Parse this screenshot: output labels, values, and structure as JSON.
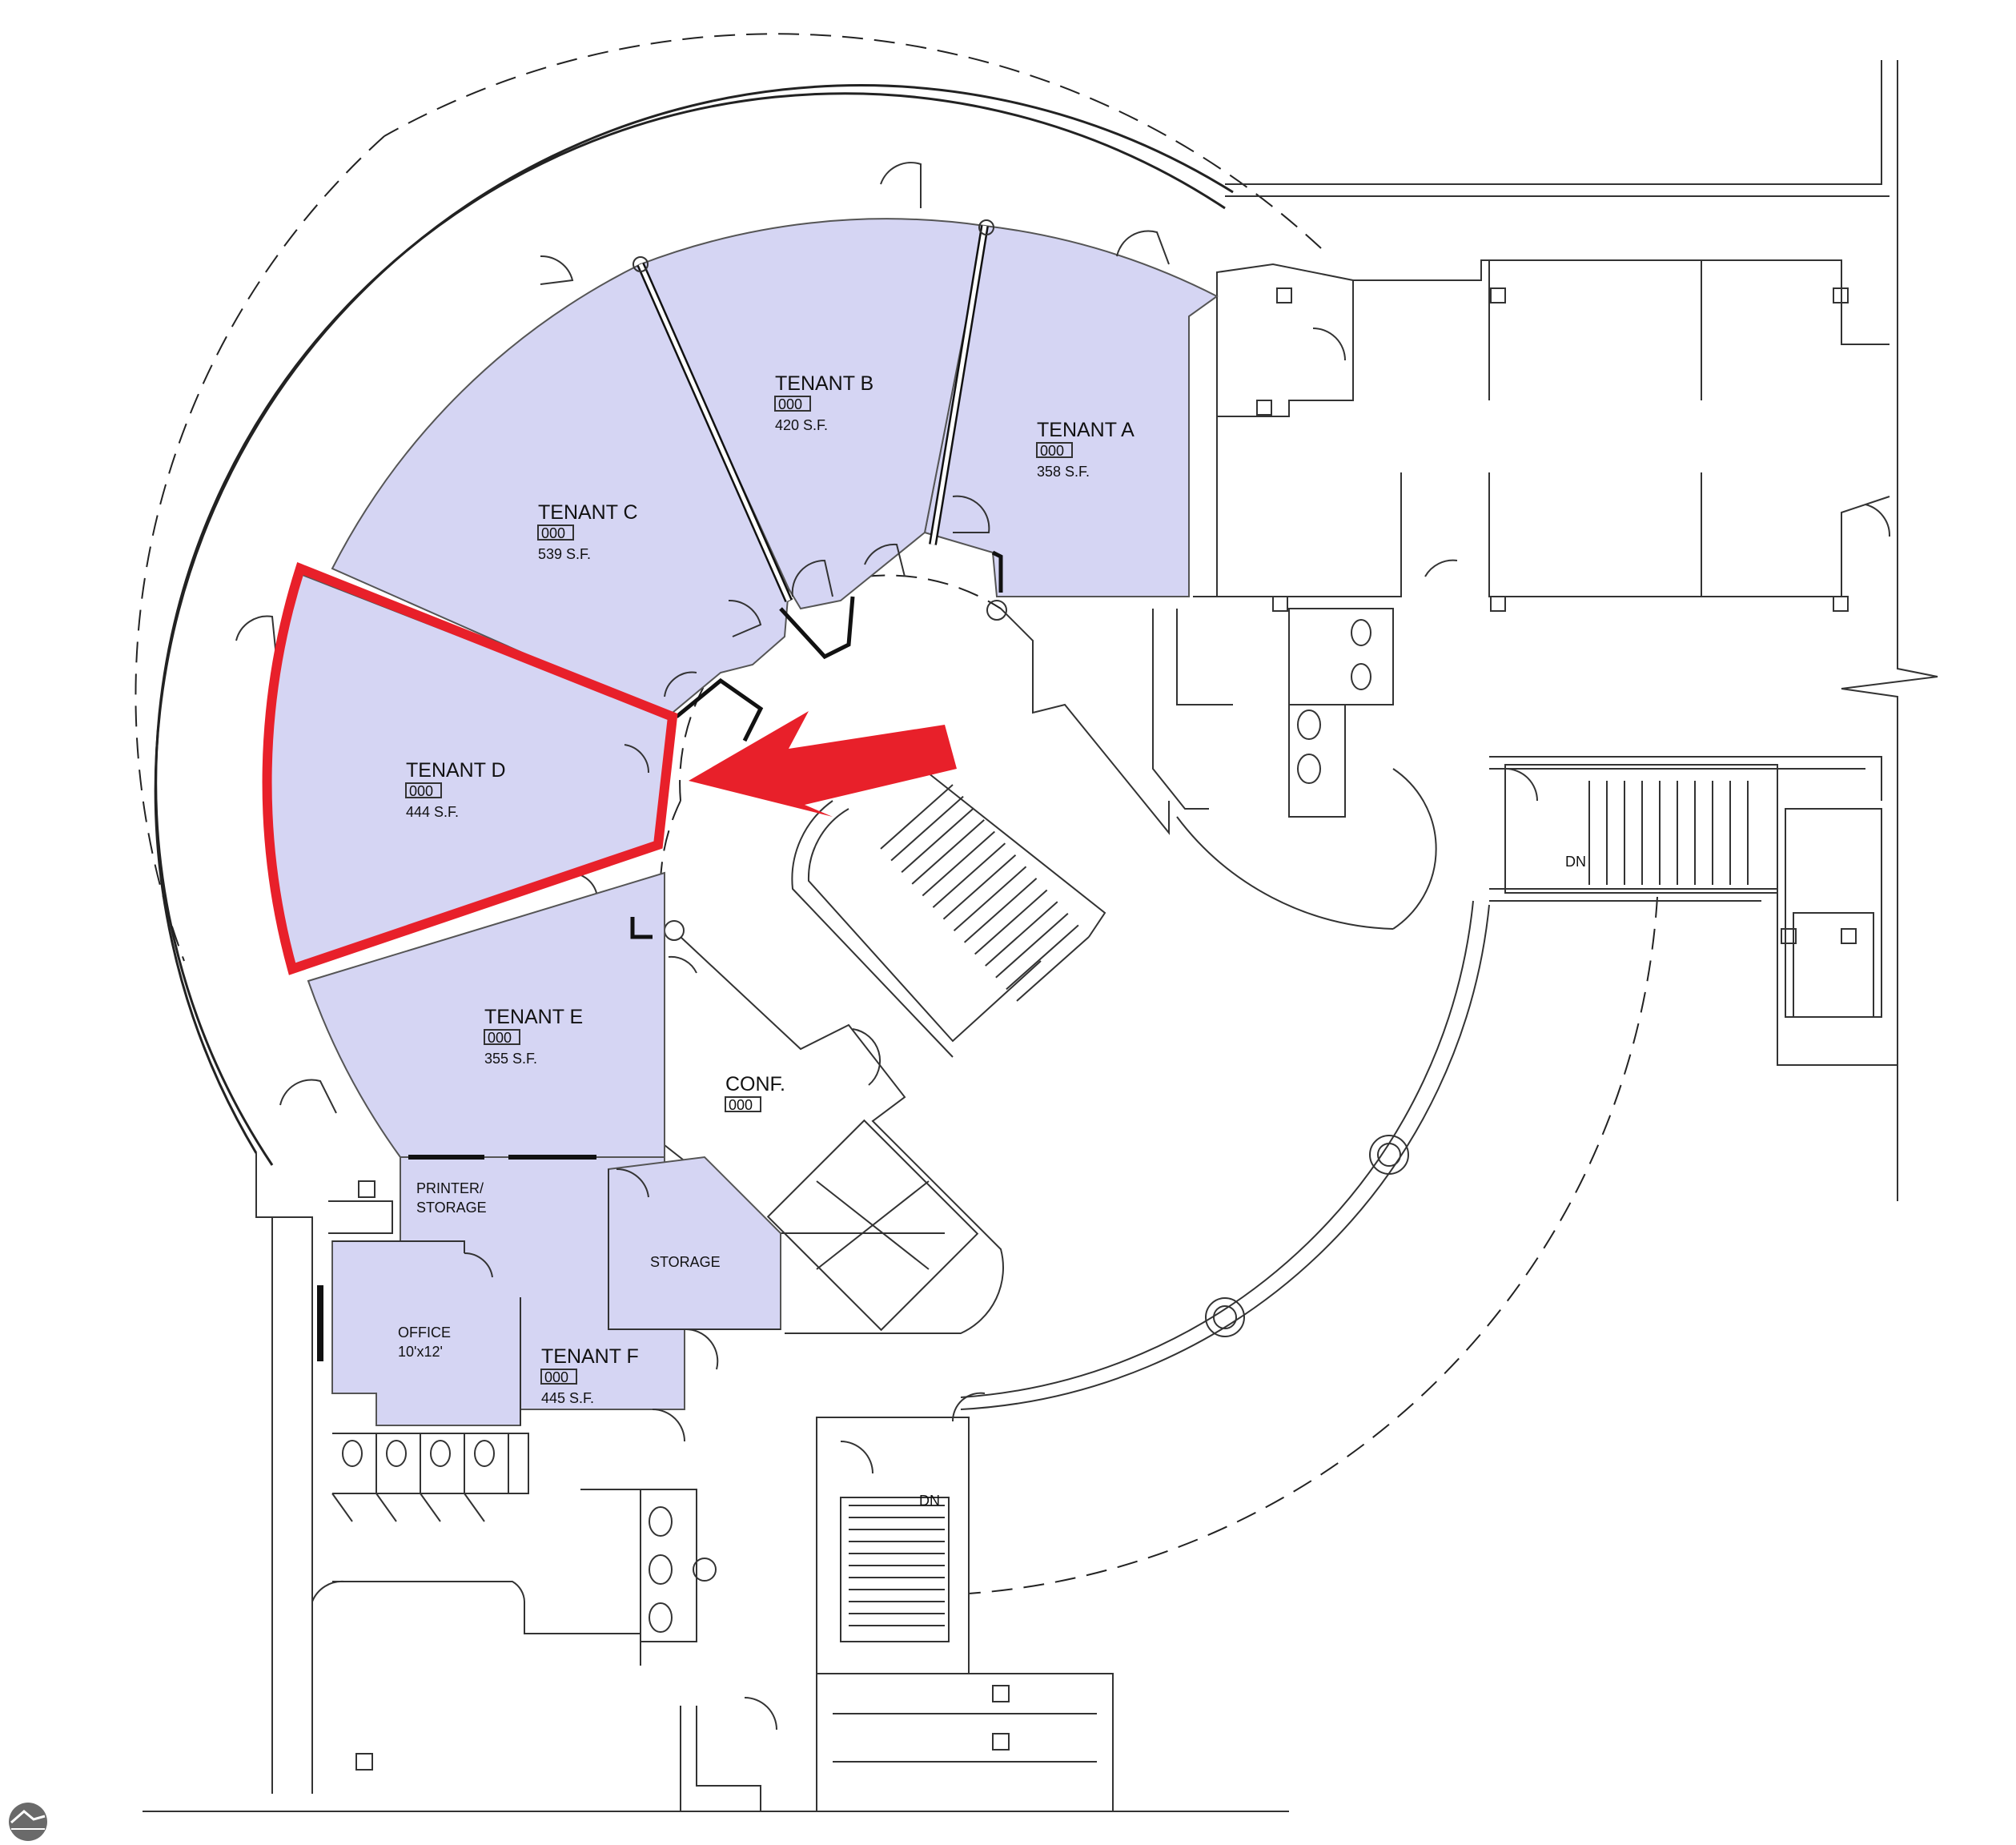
{
  "rooms": {
    "tenant_a": {
      "name": "TENANT A",
      "tag": "000",
      "area": "358 S.F."
    },
    "tenant_b": {
      "name": "TENANT B",
      "tag": "000",
      "area": "420 S.F."
    },
    "tenant_c": {
      "name": "TENANT C",
      "tag": "000",
      "area": "539 S.F."
    },
    "tenant_d": {
      "name": "TENANT D",
      "tag": "000",
      "area": "444 S.F."
    },
    "tenant_e": {
      "name": "TENANT E",
      "tag": "000",
      "area": "355 S.F."
    },
    "tenant_f": {
      "name": "TENANT F",
      "tag": "000",
      "area": "445 S.F."
    },
    "conf": {
      "name": "CONF.",
      "tag": "000"
    },
    "printer_storage": {
      "line1": "PRINTER/",
      "line2": "STORAGE"
    },
    "storage": {
      "name": "STORAGE"
    },
    "office": {
      "name": "OFFICE",
      "size": "10'x12'"
    }
  },
  "stairs": {
    "dn_right": "DN",
    "dn_bottom": "DN"
  },
  "colors": {
    "tenant_fill": "#d5d5f3",
    "highlight": "#e8202a",
    "walls": "#222222"
  },
  "highlighted_unit": "TENANT D",
  "logo_icon": "watermark-logo-icon"
}
